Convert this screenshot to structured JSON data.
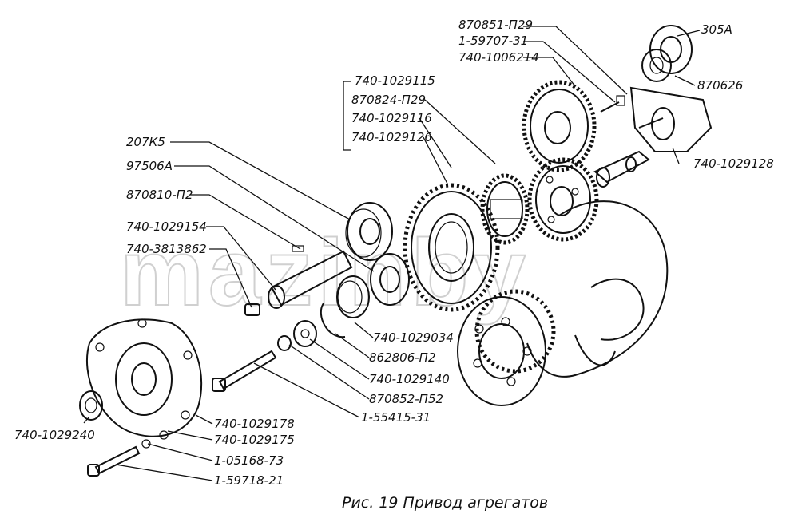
{
  "watermark": "mazinby",
  "caption": "Рис. 19 Привод агрегатов",
  "labels": {
    "l_870851_p29": "870851-П29",
    "l_1_59707_31": "1-59707-31",
    "l_740_1006214": "740-1006214",
    "l_305a": "305A",
    "l_870626": "870626",
    "l_740_1029115": "740-1029115",
    "l_870824_p29": "870824-П29",
    "l_740_1029116": "740-1029116",
    "l_740_1029126": "740-1029126",
    "l_740_1029128": "740-1029128",
    "l_207k5": "207К5",
    "l_97506a": "97506А",
    "l_870810_p2": "870810-П2",
    "l_740_1029154": "740-1029154",
    "l_740_3813862": "740-3813862",
    "l_740_1029034": "740-1029034",
    "l_862806_p2": "862806-П2",
    "l_740_1029140": "740-1029140",
    "l_870852_p52": "870852-П52",
    "l_1_55415_31": "1-55415-31",
    "l_740_1029178": "740-1029178",
    "l_740_1029175": "740-1029175",
    "l_1_05168_73": "1-05168-73",
    "l_1_59718_21": "1-59718-21",
    "l_740_1029240": "740-1029240"
  }
}
